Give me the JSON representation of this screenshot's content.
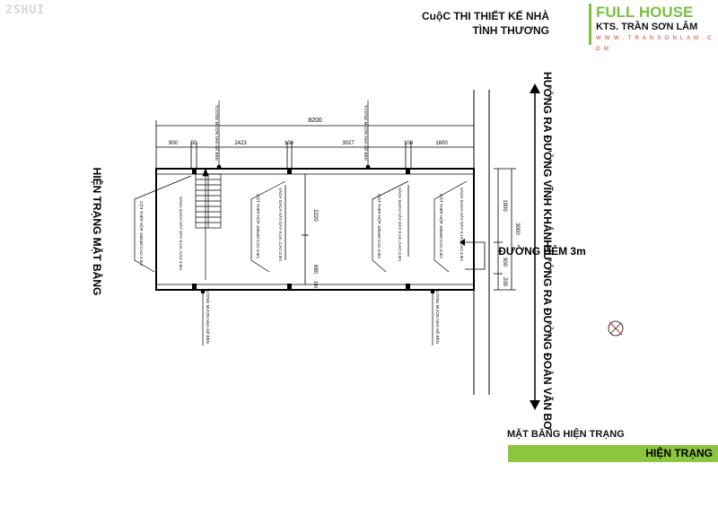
{
  "header": {
    "watermark": "2SHUI",
    "contest_line1": "CuộC THI THIẾT KẾ NHÀ",
    "contest_line2": "TÌNH THƯƠNG",
    "brand": "FULL HOUSE",
    "architect": "KTS. TRẦN  SƠN LÂM",
    "website": "W W W . T R A N S O N L A M . C O M"
  },
  "plan": {
    "vertical_title": "HIỆN TRẠNG MẶT BẰNG",
    "overall_dim": "8200",
    "dims": [
      "900",
      "50",
      "2423",
      "100",
      "3027",
      "100",
      "1600"
    ],
    "side_dims": [
      "1900",
      "3000",
      "900",
      "200"
    ],
    "inner_dim": "2220",
    "lower_dim": "680",
    "lower_dim2": "100",
    "alley": "ĐƯỜNG HẺM 3m",
    "road_top": "HƯỚNG RA ĐƯỜNG VĨNH KHÁNH",
    "road_bottom": "HƯỚNG RA ĐƯỜNG ĐOÀN VĂN BƠ",
    "note_top_left": "TƯỜNG MƯỢN NHÀ KẾ BÊN",
    "note_top_mid": "TƯỜNG MƯỢN NHÀ KẾ BÊN",
    "note_bot_left": "TƯỜNG MƯỢN NHÀ KẾ BÊN",
    "note_bot_right": "TƯỜNG MƯỢN NHÀ KẾ BÊN",
    "note_col1": "CỘT THÉP HỘP 100x50 CAO 3.0m",
    "note_wall1": "VÁCH GẠCH XÂY DÀY 0.1m, CAO 3.0m",
    "note_col2": "CỘT THÉP HỘP 100x50 CAO 3.0m",
    "note_wall2": "VÁCH GẠCH XÂY DÀY 0.1m, CAO 3.0m",
    "note_col3": "CỘT THÉP HỘP 100x50 CAO 3.0m",
    "note_wall3": "VÁCH GẠCH XÂY DÀY 0.1m, CAO 3.0m",
    "note_col4": "CỘT THÉP HỘP 100x50 CAO 3.0m",
    "note_wall4": "VÁCH GẠCH XÂY DÀY 0.1m, CAO 3.0m"
  },
  "footer": {
    "caption": "MẶT BẰNG HIỆN TRẠNG",
    "status": "HIỆN TRẠNG"
  }
}
